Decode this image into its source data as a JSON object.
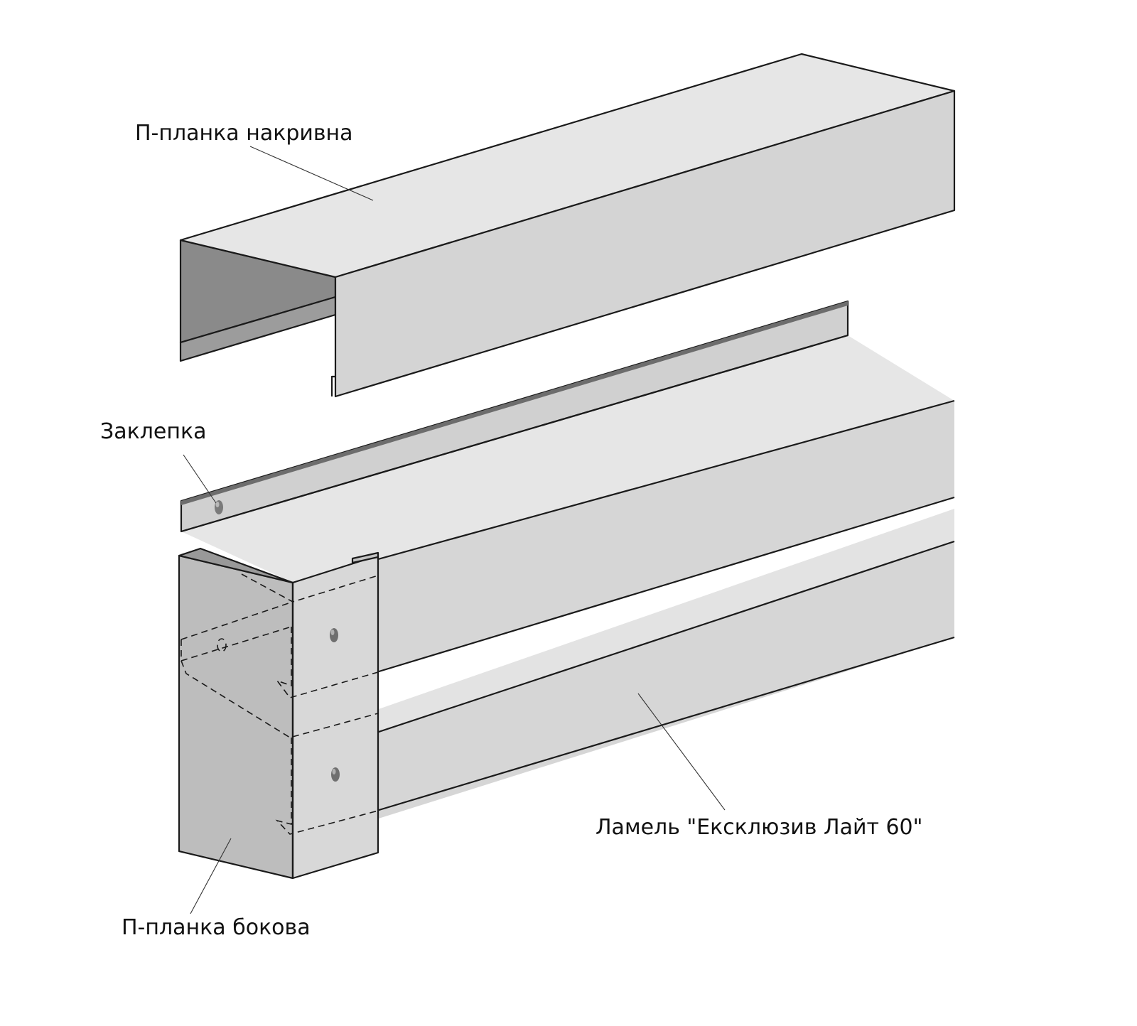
{
  "labels": {
    "top_cap": "П-планка накривна",
    "rivet": "Заклепка",
    "side_cap": "П-планка бокова",
    "lamella": "Ламель \"Ексклюзив Лайт 60\""
  },
  "colors": {
    "background": "#ffffff",
    "top_face": "#e6e6e6",
    "front_face": "#d6d6d6",
    "dark_face": "#8a8a8a",
    "side_plate": "#bdbdbd",
    "side_edge": "#a8a8a8",
    "outline": "#1a1a1a"
  }
}
